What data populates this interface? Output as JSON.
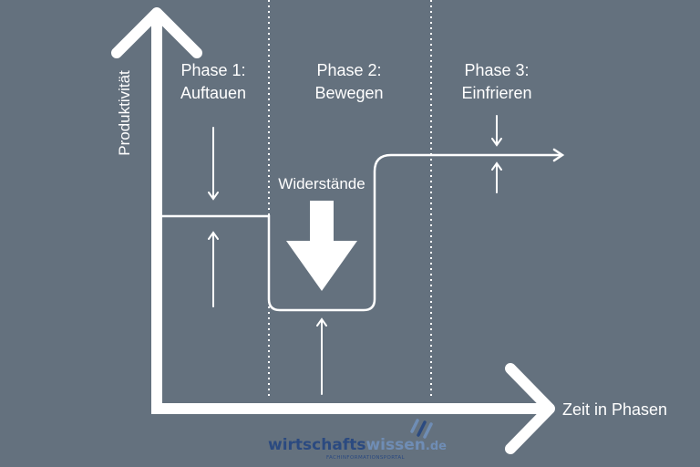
{
  "diagram": {
    "y_axis_label": "Produktivität",
    "x_axis_label": "Zeit in Phasen",
    "phases": [
      {
        "line1": "Phase 1:",
        "line2": "Auftauen"
      },
      {
        "line1": "Phase 2:",
        "line2": "Bewegen"
      },
      {
        "line1": "Phase 3:",
        "line2": "Einfrieren"
      }
    ],
    "resistance_label": "Widerstände"
  },
  "logo": {
    "part1": "wirtschafts",
    "part2": "wissen",
    "part3": ".de",
    "tagline": "FACHINFORMATIONSPORTAL"
  },
  "colors": {
    "background": "#64717e",
    "foreground": "#ffffff",
    "logo_dark": "#2b4a80",
    "logo_light": "#6f8db5"
  }
}
